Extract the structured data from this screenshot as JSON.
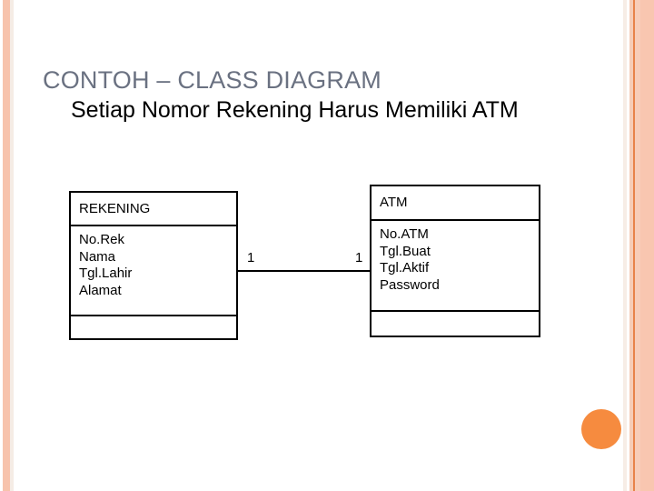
{
  "slide": {
    "title": "CONTOH – CLASS DIAGRAM",
    "subtitle": "Setiap Nomor Rekening Harus Memiliki ATM",
    "title_color": "#6a7181",
    "subtitle_color": "#000000",
    "background_color": "#ffffff"
  },
  "decor": {
    "left_accent_color": "#f7c3ac",
    "left_pale_color": "#f5ece5",
    "right_stripe_colors": [
      "#f7ede6",
      "#ffffff",
      "#f6cdb8",
      "#e8834a",
      "#f8cdb9",
      "#f9c6b0"
    ],
    "circle_color": "#f68b3f"
  },
  "diagram": {
    "type": "class-diagram",
    "classes": [
      {
        "id": "rekening",
        "name": "REKENING",
        "attributes": [
          "No.Rek",
          "Nama",
          "Tgl.Lahir",
          "Alamat"
        ],
        "operations": []
      },
      {
        "id": "atm",
        "name": "ATM",
        "attributes": [
          "No.ATM",
          "Tgl.Buat",
          "Tgl.Aktif",
          "Password"
        ],
        "operations": []
      }
    ],
    "associations": [
      {
        "from": "rekening",
        "to": "atm",
        "from_multiplicity": "1",
        "to_multiplicity": "1",
        "label": ""
      }
    ]
  }
}
